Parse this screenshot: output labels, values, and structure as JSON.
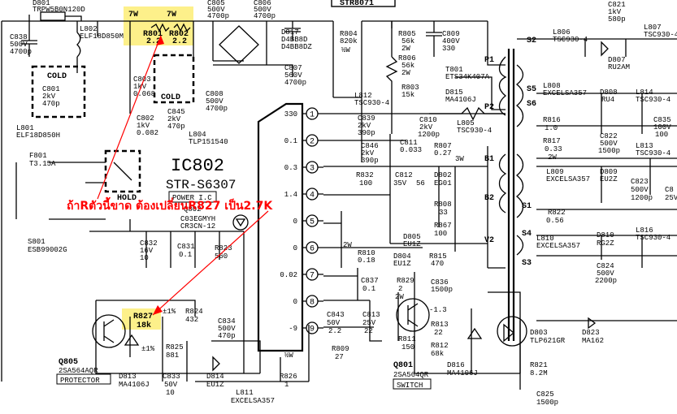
{
  "ic": {
    "name": "IC802",
    "part": "STR-S6307",
    "tag": "POWER I.C",
    "pins": [
      "1",
      "2",
      "3",
      "4",
      "5",
      "6",
      "7",
      "8",
      "9"
    ],
    "pin_voltages": [
      "330",
      "0.1",
      "0.3",
      "1.4",
      "0",
      "0",
      "0.02",
      "0",
      "-9"
    ]
  },
  "annotation": "ถ้าRตัวนี้ขาด ต้องเปลี่ยนR827 เป็น2.7K",
  "labels": {
    "d801": "D801",
    "d801_part": "TRPW5B0N120D",
    "c838": "C838",
    "c838_v": "500V",
    "c838_c": "4700p",
    "l802": "L802",
    "l802_part": "ELF18D850M",
    "w7_a": "7W",
    "w7_b": "7W",
    "r801": "R801",
    "r801_v": "2.2",
    "r802": "R802",
    "r802_v": "2.2",
    "c805": "C805",
    "c805_v": "500V",
    "c805_c": "4700p",
    "c806": "C806",
    "c806_v": "500V",
    "c806_c": "4700p",
    "d817": "D817",
    "d817_p1": "D4BB8D",
    "d817_p2": "D4BB8DZ",
    "r804": "R804",
    "r804_v": "820k",
    "r804_w": "½W",
    "c807": "C807",
    "c807_v": "560V",
    "c807_c": "4700p",
    "c808": "C808",
    "c808_v": "500V",
    "c808_c": "4700p",
    "r805": "R805",
    "r805_v": "56k",
    "r805_w": "2W",
    "r806": "R806",
    "r806_v": "56k",
    "r806_w": "2W",
    "c809": "C809",
    "c809_v": "400V",
    "c809_c": "330",
    "t801": "T801",
    "t801_part": "ETS34K407A",
    "r803": "R803",
    "r803_v": "15k",
    "d815": "D815",
    "d815_part": "MA4106J",
    "cold_a": "COLD",
    "cold_b": "COLD",
    "hold": "HOLD",
    "c801": "C801",
    "c801_v": "2kV",
    "c801_c": "470p",
    "c803": "C803",
    "c803_v": "1kV",
    "c803_c": "0.068",
    "c845": "C845",
    "c845_v": "2kV",
    "c845_c": "470p",
    "c802": "C802",
    "c802_v": "1kV",
    "c802_c": "0.082",
    "l801": "L801",
    "l801_part": "ELF18D850H",
    "l804": "L804",
    "l804_part": "TLP151540",
    "f801": "F801",
    "f801_v": "T3.15A",
    "s801": "S801",
    "s801_part": "ESB99002G",
    "l812": "L812",
    "l812_part": "TSC930-4",
    "c839": "C839",
    "c839_v": "2kV",
    "c839_c": "390p",
    "c846": "C846",
    "c846_v": "2kV",
    "c846_c": "390p",
    "r832": "R832",
    "r832_v": "100",
    "c810": "C810",
    "c810_v": "2kV",
    "c810_c": "1200p",
    "l805": "L805",
    "l805_part": "TSC930-4",
    "c811": "C811",
    "c811_v": "0.033",
    "r807": "R807",
    "r807_v": "0.27",
    "r807_w": "3W",
    "c812": "C812",
    "c812_v": "35V",
    "c812_c": "56",
    "d802": "D802",
    "d802_part": "EG01",
    "r808": "R808",
    "r808_v": "33",
    "r867": "R867",
    "r867_v": "100",
    "d805": "D805",
    "d805_part": "EU1Z",
    "d804": "D804",
    "d804_part": "EU1Z",
    "r810": "R810",
    "r810_v": "0.18",
    "r810_w": "2W",
    "r815": "R815",
    "r815_v": "470",
    "c836": "C836",
    "c836_c": "1500p",
    "c837": "C837",
    "c837_v": "0.1",
    "r829": "R829",
    "r829_v": "2",
    "r829_w": "2W",
    "q802": "Q802",
    "q802_p1": "C03EGMYH",
    "q802_p2": "CR3CN-12",
    "c832": "C832",
    "c832_v": "16V",
    "c832_c": "10",
    "c831": "C831",
    "c831_v": "0.1",
    "r823": "R823",
    "r823_v": "560",
    "r827": "R827",
    "r827_v": "18k",
    "r824": "R824",
    "r824_v": "432",
    "r824_t": "±1%",
    "c834": "C834",
    "c834_v": "500V",
    "c834_c": "470p",
    "r825": "R825",
    "r825_v": "881",
    "r825_t": "±1%",
    "q805": "Q805",
    "q805_part": "2SA564AQR",
    "q805_tag": "PROTECTOR",
    "d813": "D813",
    "d813_part": "MA4106J",
    "c833": "C833",
    "c833_v": "50V",
    "c833_c": "10",
    "d814": "D814",
    "d814_part": "EU1Z",
    "l811": "L811",
    "l811_part": "EXCELSA357",
    "r826": "R826",
    "r826_v": "1",
    "r826_w": "½W",
    "c843": "C843",
    "c843_v": "50V",
    "c843_c": "2.2",
    "c813": "C813",
    "c813_v": "25V",
    "c813_c": "22",
    "r809": "R809",
    "r809_v": "27",
    "q801": "Q801",
    "q801_part": "2SA564QR",
    "q801_tag": "SWITCH",
    "r811": "R811",
    "r811_v": "150",
    "r812": "R812",
    "r812_v": "68k",
    "r813": "R813",
    "r813_v": "22",
    "q801_vb": "-1.3",
    "d816": "D816",
    "d816_part": "MA4106J",
    "d803": "D803",
    "d803_part": "TLP621GR",
    "d823": "D823",
    "d823_part": "MA162",
    "r821": "R821",
    "r821_v": "8.2M",
    "c825": "C825",
    "c825_c": "1500p",
    "c821": "C821",
    "c821_v": "1kV",
    "c821_c": "580p",
    "l806": "L806",
    "l806_part": "TSC930-4",
    "l807": "L807",
    "l807_part": "TSC930-4",
    "d807": "D807",
    "d807_part": "RU2AM",
    "l808": "L808",
    "l808_part": "EXCELSA357",
    "d808": "D808",
    "d808_part": "RU4",
    "l814": "L814",
    "l814_part": "TSC930-4",
    "r816": "R816",
    "r816_v": "1.0",
    "c822": "C822",
    "c822_v": "500V",
    "c822_c": "1500p",
    "c835": "C835",
    "c835_v": "100V",
    "c835_c": "100",
    "r817": "R817",
    "r817_v": "0.33",
    "r817_w": "2W",
    "l813": "L813",
    "l813_part": "TSC930-4",
    "l809": "L809",
    "l809_part": "EXCELSA357",
    "d809": "D809",
    "d809_part": "EU2Z",
    "c823": "C823",
    "c823_v": "500V",
    "c823_c": "1200p",
    "c8x": "C8",
    "c8x_v": "25V",
    "r822": "R822",
    "r822_v": "0.56",
    "l810": "L810",
    "l810_part": "EXCELSA357",
    "d810": "D810",
    "d810_part": "RG2Z",
    "l816": "L816",
    "l816_part": "TSC930-4",
    "c824": "C824",
    "c824_v": "500V",
    "c824_c": "2200p",
    "p1": "P1",
    "p2": "P2",
    "b1": "B1",
    "b2": "B2",
    "v2": "V2",
    "s2": "S2",
    "s1": "S1",
    "s3": "S3",
    "s4": "S4",
    "s5": "S5",
    "s6": "S6",
    "top_box": "STR8071"
  }
}
